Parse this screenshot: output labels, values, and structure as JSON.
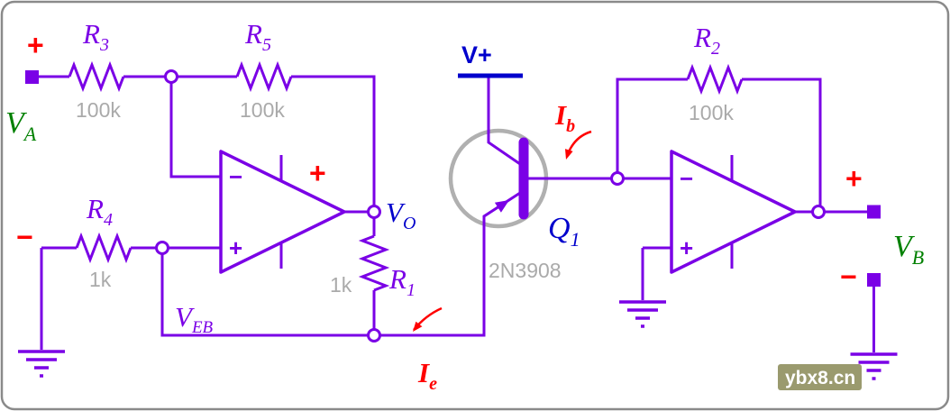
{
  "diagram": {
    "components": {
      "r1": {
        "label": "R",
        "sub": "1",
        "value": "1k"
      },
      "r2": {
        "label": "R",
        "sub": "2",
        "value": "100k"
      },
      "r3": {
        "label": "R",
        "sub": "3",
        "value": "100k"
      },
      "r4": {
        "label": "R",
        "sub": "4",
        "value": "1k"
      },
      "r5": {
        "label": "R",
        "sub": "5",
        "value": "100k"
      },
      "q1": {
        "label": "Q",
        "sub": "1",
        "value": "2N3908"
      }
    },
    "nets": {
      "va": {
        "label": "V",
        "sub": "A"
      },
      "vb": {
        "label": "V",
        "sub": "B"
      },
      "vo": {
        "label": "V",
        "sub": "O"
      },
      "veb": {
        "label": "V",
        "sub": "EB"
      },
      "vplus": "V+"
    },
    "currents": {
      "ib": {
        "label": "I",
        "sub": "b"
      },
      "ie": {
        "label": "I",
        "sub": "e"
      }
    },
    "polarity": {
      "plus": "+",
      "minus": "−"
    },
    "opamp": {
      "inverting": "−",
      "noninverting": "+"
    }
  },
  "watermark": "ybx8.cn",
  "colors": {
    "wire_purple": "#7a00e6",
    "label_blue": "#0000cc",
    "label_green": "#008000",
    "label_red": "#ff0000",
    "value_gray": "#aaaaaa",
    "transistor_gray": "#b0b0b0",
    "watermark_bg": "#9a9a6e",
    "watermark_text": "#ffffff"
  }
}
